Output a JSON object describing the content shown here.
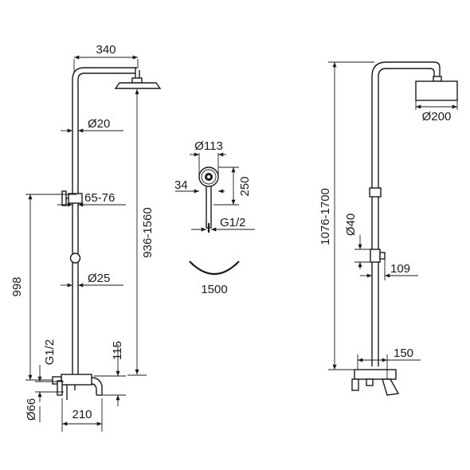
{
  "left_view": {
    "arm_width": "340",
    "pipe_diameter": "Ø20",
    "holder_range": "65-76",
    "total_height_range": "936-1560",
    "height_998": "998",
    "joint_diameter": "Ø25",
    "inlet_thread": "G1/2",
    "spout_height": "115",
    "flange_diameter": "Ø66",
    "spout_length": "210"
  },
  "middle_view": {
    "head_diameter": "Ø113",
    "head_thickness": "34",
    "head_height": "250",
    "hose_thread": "G1/2",
    "hose_length": "1500"
  },
  "right_view": {
    "total_height_range": "1076-1700",
    "head_diameter": "Ø200",
    "pipe_diameter": "Ø40",
    "slider_offset": "109",
    "inlet_spacing": "150"
  }
}
